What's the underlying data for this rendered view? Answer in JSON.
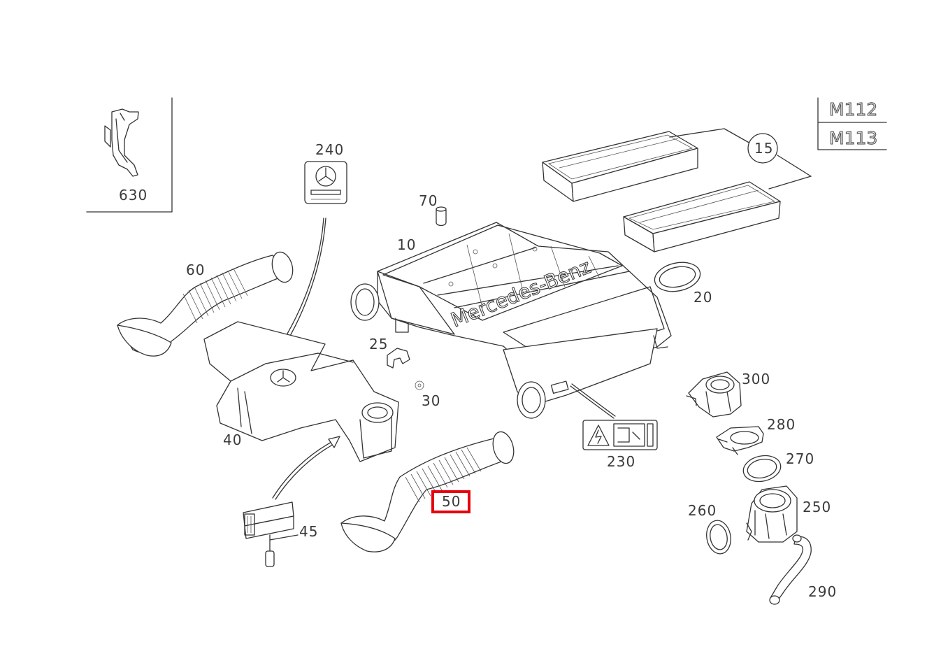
{
  "engine_codes": [
    "M112",
    "M113"
  ],
  "logo_text": "Mercedes-Benz",
  "highlight": {
    "color": "#e8000b",
    "part": "50"
  },
  "parts": [
    {
      "id": "630",
      "label": "630"
    },
    {
      "id": "240",
      "label": "240"
    },
    {
      "id": "70",
      "label": "70"
    },
    {
      "id": "10",
      "label": "10"
    },
    {
      "id": "15",
      "label": "15"
    },
    {
      "id": "60",
      "label": "60"
    },
    {
      "id": "20",
      "label": "20"
    },
    {
      "id": "25",
      "label": "25"
    },
    {
      "id": "30",
      "label": "30"
    },
    {
      "id": "40",
      "label": "40"
    },
    {
      "id": "300",
      "label": "300"
    },
    {
      "id": "280",
      "label": "280"
    },
    {
      "id": "230",
      "label": "230"
    },
    {
      "id": "270",
      "label": "270"
    },
    {
      "id": "50",
      "label": "50"
    },
    {
      "id": "250",
      "label": "250"
    },
    {
      "id": "260",
      "label": "260"
    },
    {
      "id": "45",
      "label": "45"
    },
    {
      "id": "290",
      "label": "290"
    }
  ]
}
